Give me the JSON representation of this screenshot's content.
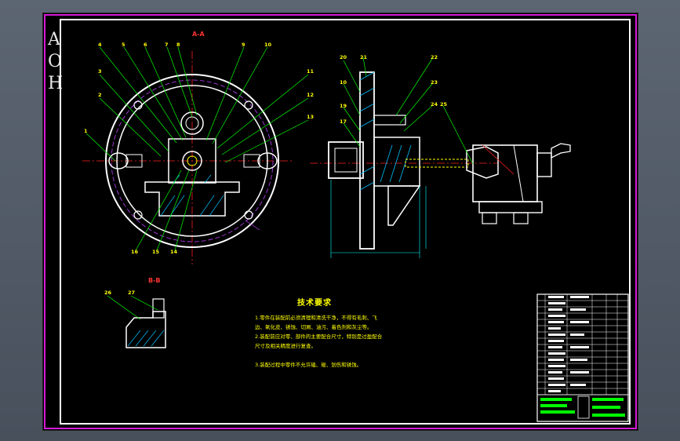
{
  "side_letters": [
    "A",
    "O",
    "H"
  ],
  "views": {
    "section_aa": "A-A",
    "section_bb": "B-B"
  },
  "tech_requirements": {
    "title": "技术要求",
    "lines": [
      "1.零件在装配前必须清理和清洗干净，不得有毛刺、飞",
      "边、氧化皮、锈蚀、切屑、油污、着色剂和灰尘等。",
      "2.装配前应对零、部件的主要配合尺寸，特别是过盈配合",
      "尺寸及相关精度进行复查。",
      "3.装配过程中零件不允许磕、碰、划伤和锈蚀。"
    ]
  },
  "balloons_left": [
    "4",
    "5",
    "6",
    "7",
    "8",
    "9",
    "10",
    "3",
    "2",
    "1",
    "11",
    "12",
    "13",
    "16",
    "15",
    "14"
  ],
  "balloons_right": [
    "20",
    "21",
    "10",
    "19",
    "17",
    "22",
    "23",
    "24",
    "25"
  ],
  "balloons_bb": [
    "26",
    "27"
  ],
  "colors": {
    "sheet": "#000000",
    "border": "#ffffff",
    "outline_pink": "#d61ad6",
    "centerline": "#ff2020",
    "leader": "#00ff00",
    "hatch": "#00c0ff",
    "dimension": "#00ffff",
    "label_yellow": "#ffff00",
    "dashed_circle": "#c040ff"
  }
}
